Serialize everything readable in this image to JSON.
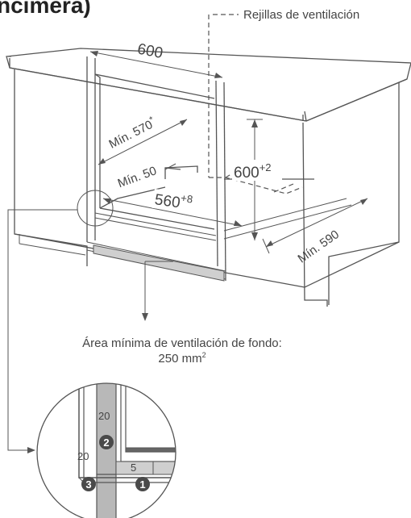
{
  "heading_fragment": "ncimera)",
  "legend": {
    "vent_grilles": "Rejillas de ventilación"
  },
  "dimensions": {
    "width": "600",
    "min_depth": "Mín. 570",
    "min_depth_note": "*",
    "min_gap": "Mín. 50",
    "height": "600",
    "height_tol": "+2",
    "inner_width": "560",
    "inner_width_tol": "+8",
    "min_side": "Mín. 590"
  },
  "caption": {
    "line1": "Área mínima de ventilación de fondo:",
    "line2_value": "250 mm",
    "line2_exp": "2"
  },
  "detail": {
    "dim_top": "20",
    "dim_left": "20",
    "dim_bottom": "5",
    "markers": [
      "1",
      "2",
      "3"
    ]
  },
  "colors": {
    "line": "#555555",
    "fill_grey": "#b5b5b5",
    "marker": "#4a4a4a"
  }
}
